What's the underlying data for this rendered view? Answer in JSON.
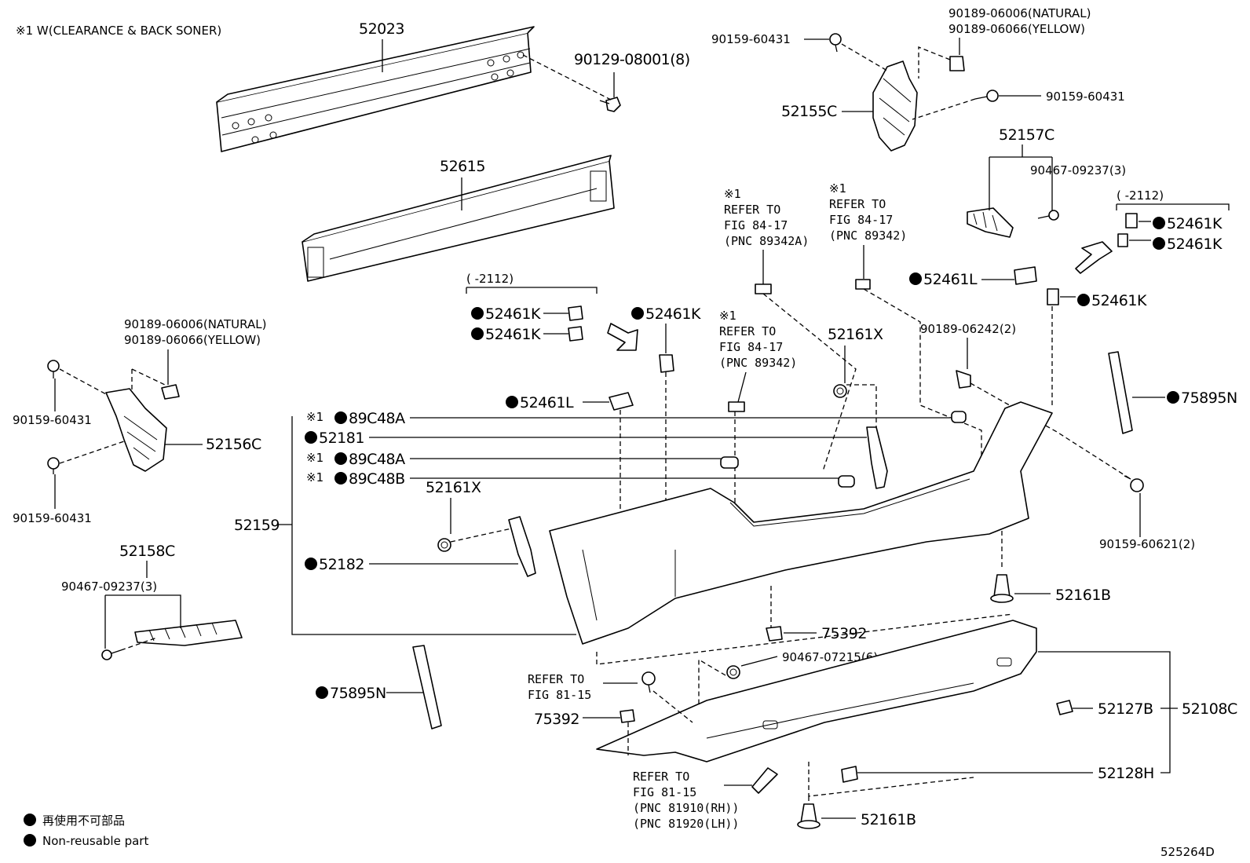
{
  "header_note": "※1  W(CLEARANCE & BACK SONER)",
  "diagram_id": "525264D",
  "legend": [
    {
      "symbol": "●",
      "text": "再使用不可部品"
    },
    {
      "symbol": "●",
      "text": "Non-reusable part"
    }
  ],
  "callouts": {
    "reinforcement": "52023",
    "bolt_reinf": "90129-08001(8)",
    "absorber": "52615",
    "retainer_l": "52156C",
    "retainer_l_clip_natural": "90189-06006(NATURAL)",
    "retainer_l_clip_yellow": "90189-06066(YELLOW)",
    "retainer_l_screw_top": "90159-60431",
    "retainer_l_screw_bottom": "90159-60431",
    "retainer_r": "52155C",
    "retainer_r_clip_natural": "90189-06006(NATURAL)",
    "retainer_r_clip_yellow": "90189-06066(YELLOW)",
    "retainer_r_screw_top": "90159-60431",
    "retainer_r_screw_right": "90159-60431",
    "side_support_r": "52157C",
    "side_support_r_screw": "90467-09237(3)",
    "side_support_l": "52158C",
    "side_support_l_screw": "90467-09237(3)",
    "seal_r_range": "(     -2112)",
    "seal_r_1": "52461K",
    "seal_r_2": "52461K",
    "seal_r_3": "52461L",
    "seal_r_4": "52461K",
    "seal_l_range": "(     -2112)",
    "seal_l_1": "52461K",
    "seal_l_2": "52461K",
    "seal_l_center": "52461K",
    "seal_l_pad": "52461L",
    "ref_a": [
      "※1",
      "REFER TO",
      "FIG 84-17",
      "(PNC 89342A)"
    ],
    "ref_b": [
      "※1",
      "REFER TO",
      "FIG 84-17",
      "(PNC 89342)"
    ],
    "ref_c": [
      "※1",
      "REFER TO",
      "FIG 84-17",
      "(PNC 89342)"
    ],
    "grommet_upper": "52161X",
    "grommet_lower": "52161X",
    "clip_r": "90189-06242(2)",
    "bumper_cover": "52159",
    "group_1_note": "※1",
    "group_1": "89C48A",
    "group_2": "52181",
    "group_3_note": "※1",
    "group_3": "89C48A",
    "group_4_note": "※1",
    "group_4": "89C48B",
    "group_5": "52182",
    "protector_r": "75895N",
    "protector_l": "75895N",
    "bolt_r": "90159-60621(2)",
    "clip_b_upper": "52161B",
    "clip_b_lower": "52161B",
    "retainer_75392_a": "75392",
    "retainer_75392_b": "75392",
    "screw_lower": "90467-07215(6)",
    "ref_81_a": [
      "REFER TO",
      "FIG 81-15"
    ],
    "ref_81_b": [
      "REFER TO",
      "FIG 81-15",
      "(PNC 81910(RH))",
      "(PNC 81920(LH))"
    ],
    "lower_cover": "52108C",
    "cap": "52127B",
    "lower_panel": "52128H"
  }
}
